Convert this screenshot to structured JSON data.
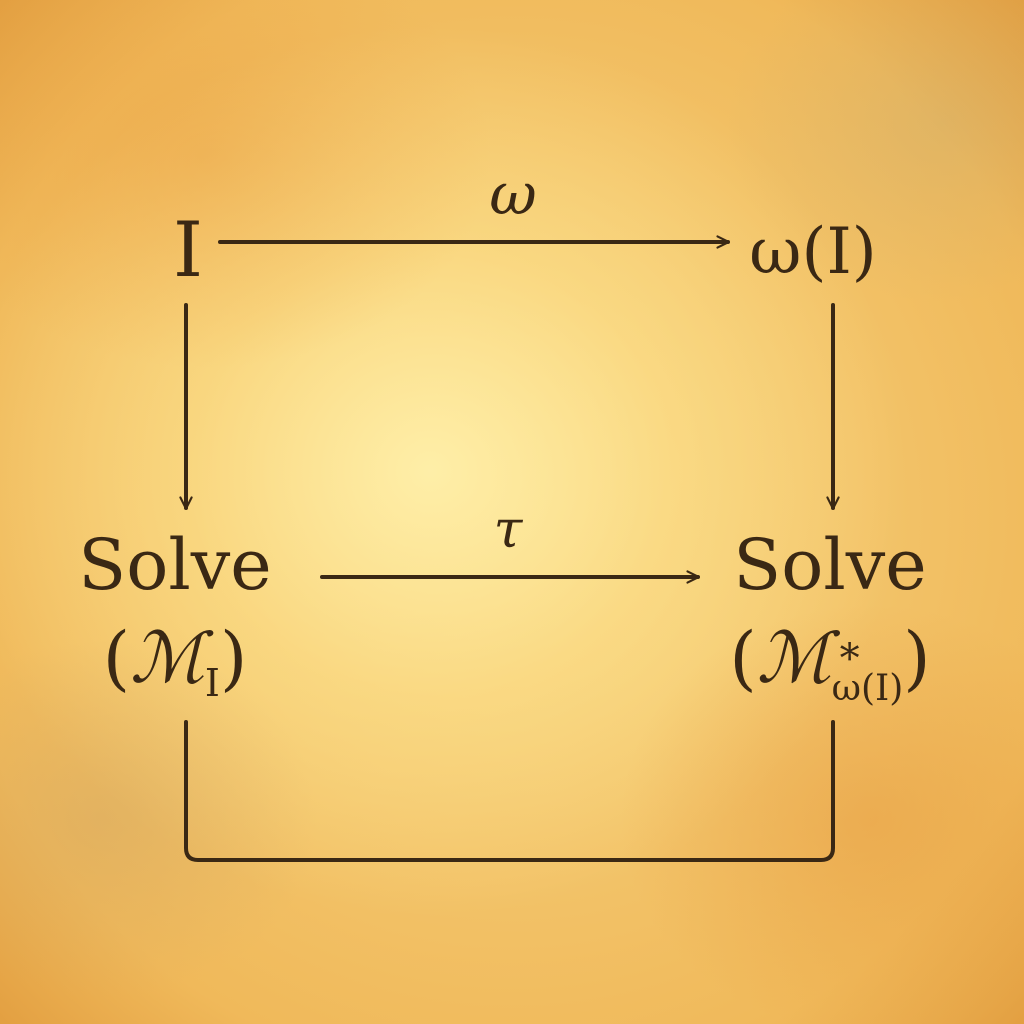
{
  "diagram": {
    "nodes": {
      "top_left": "I",
      "top_right": "ω(I)",
      "bottom_left": {
        "word": "Solve",
        "open_paren": "(",
        "model_symbol": "ℳ",
        "subscript": "I",
        "close_paren": ")"
      },
      "bottom_right": {
        "word": "Solve",
        "open_paren": "(",
        "model_symbol": "ℳ",
        "superscript": "*",
        "subscript": "ω(I)",
        "close_paren": ")"
      }
    },
    "arrows": {
      "top": {
        "label": "ω",
        "from": "top_left",
        "to": "top_right"
      },
      "middle": {
        "label": "τ",
        "from": "bottom_left",
        "to": "bottom_right"
      },
      "left": {
        "label": "",
        "from": "top_left",
        "to": "bottom_left"
      },
      "right": {
        "label": "",
        "from": "top_right",
        "to": "bottom_right"
      },
      "bottom_connector": {
        "label": "",
        "from": "bottom_left",
        "to": "bottom_right",
        "arrowhead": false
      }
    },
    "colors": {
      "ink": "#3a2814",
      "paper_center": "#fde9a0",
      "paper_edge": "#e09a3c"
    }
  }
}
